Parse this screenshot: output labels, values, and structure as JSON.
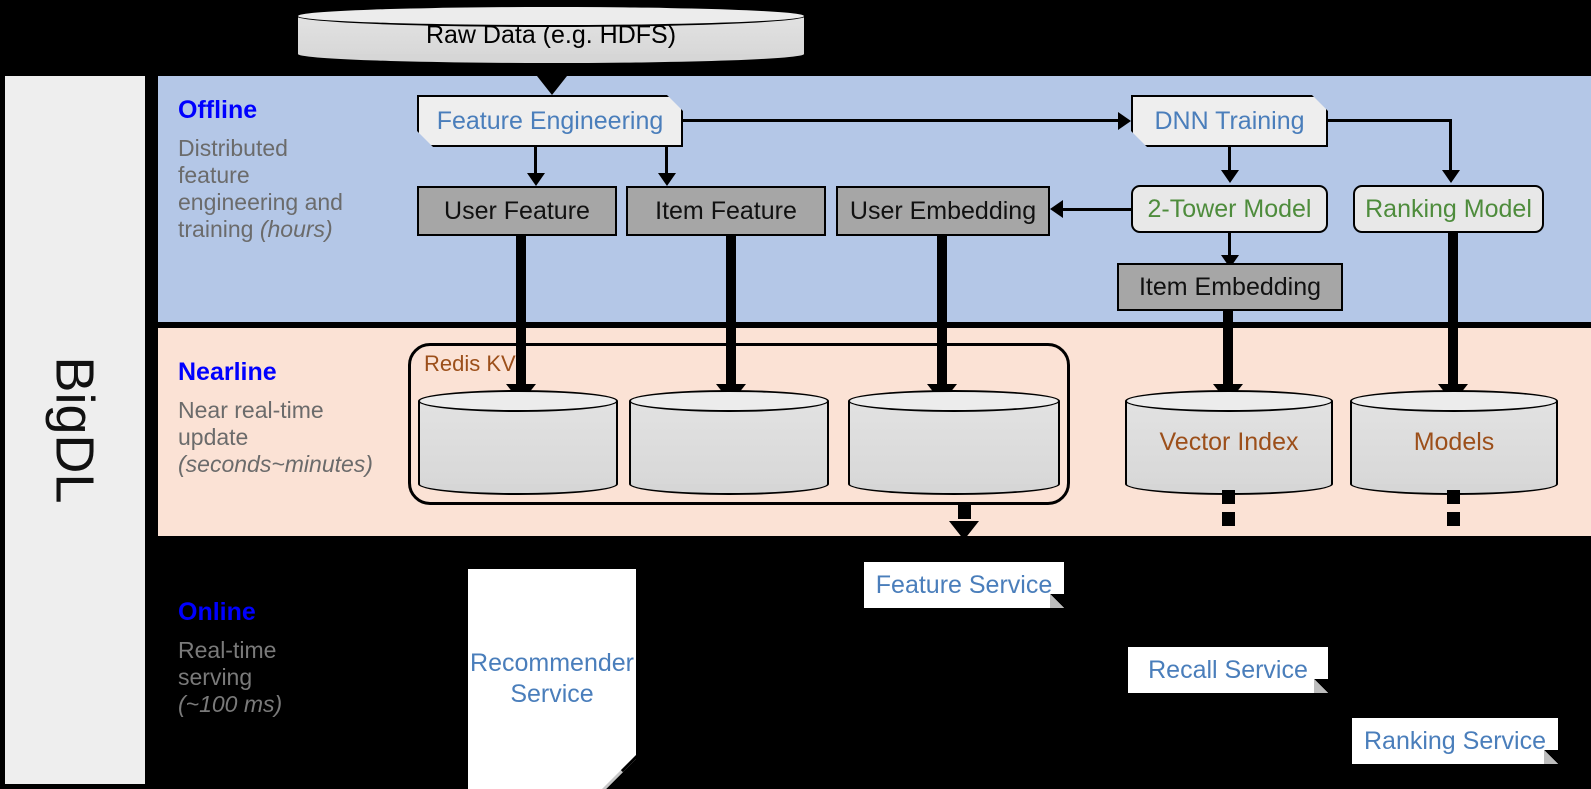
{
  "framework": {
    "name": "BigDL"
  },
  "source": {
    "label": "Raw Data (e.g. HDFS)"
  },
  "stages": [
    {
      "id": "offline",
      "title": "Offline",
      "desc_line1": "Distributed",
      "desc_line2": "feature",
      "desc_line3": "engineering and",
      "desc_line4": "training ",
      "desc_italic": "(hours)",
      "title_color": "#0000ff",
      "band_color": "#b4c7e7"
    },
    {
      "id": "nearline",
      "title": "Nearline",
      "desc_line1": "Near real-time",
      "desc_line2": "update",
      "desc_line3": "",
      "desc_line4": "",
      "desc_italic": "(seconds~minutes)",
      "title_color": "#0000ff",
      "band_color": "#fbe2d5"
    },
    {
      "id": "online",
      "title": "Online",
      "desc_line1": "Real-time",
      "desc_line2": "serving",
      "desc_line3": "",
      "desc_line4": "",
      "desc_italic": "(~100 ms)",
      "title_color": "#0000ff",
      "band_color": "#000000"
    }
  ],
  "offline": {
    "feature_engineering": "Feature Engineering",
    "dnn_training": "DNN Training",
    "user_feature": "User Feature",
    "item_feature": "Item Feature",
    "user_embedding": "User Embedding",
    "two_tower_model": "2-Tower Model",
    "ranking_model": "Ranking Model",
    "item_embedding": "Item Embedding"
  },
  "nearline": {
    "redis_group_label": "Redis KV",
    "kv_store_1": "",
    "kv_store_2": "",
    "kv_store_3": "",
    "vector_index": "Vector Index",
    "models": "Models"
  },
  "online": {
    "recommender_service": "Recommender Service",
    "recommender_service_l1": "Recommender",
    "recommender_service_l2": "Service",
    "feature_service": "Feature Service",
    "recall_service": "Recall Service",
    "ranking_service": "Ranking Service"
  },
  "colors": {
    "accent_blue": "#0000ff",
    "text_blue": "#4a7ebb",
    "text_green": "#4e8c3c",
    "text_brown": "#9c4f1a",
    "offline_band": "#b4c7e7",
    "nearline_band": "#fbe2d5",
    "online_band": "#000000",
    "panel_grey": "#eeeeee",
    "data_box_grey": "#a6a6a6"
  }
}
